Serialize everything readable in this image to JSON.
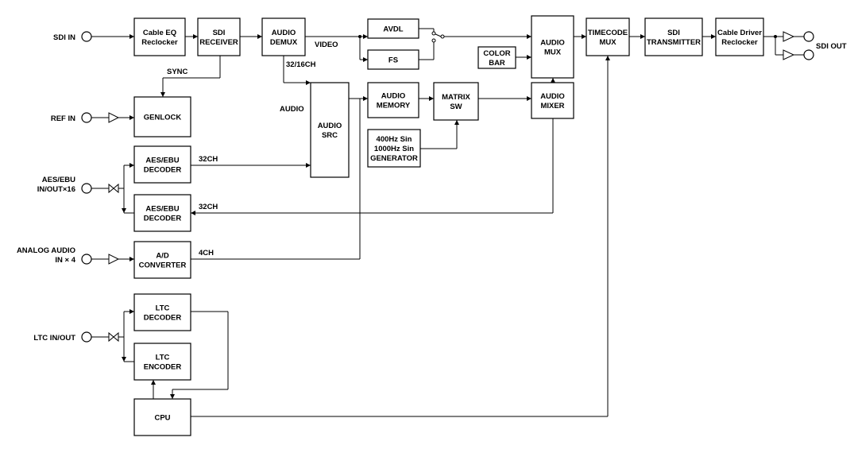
{
  "blocks": {
    "cable_eq": [
      "Cable EQ",
      "Reclocker"
    ],
    "sdi_receiver": [
      "SDI",
      "RECEIVER"
    ],
    "audio_demux": [
      "AUDIO",
      "DEMUX"
    ],
    "avdl": [
      "AVDL"
    ],
    "fs": [
      "FS"
    ],
    "audio_mux": [
      "AUDIO",
      "MUX"
    ],
    "color_bar": [
      "COLOR",
      "BAR"
    ],
    "timecode_mux": [
      "TIMECODE",
      "MUX"
    ],
    "sdi_transmitter": [
      "SDI",
      "TRANSMITTER"
    ],
    "cable_driver": [
      "Cable Driver",
      "Reclocker"
    ],
    "genlock": [
      "GENLOCK"
    ],
    "audio_src": [
      "AUDIO",
      "SRC"
    ],
    "audio_memory": [
      "AUDIO",
      "MEMORY"
    ],
    "matrix_sw": [
      "MATRIX",
      "SW"
    ],
    "audio_mixer": [
      "AUDIO",
      "MIXER"
    ],
    "generator": [
      "400Hz Sin",
      "1000Hz Sin",
      "GENERATOR"
    ],
    "aes_decoder_1": [
      "AES/EBU",
      "DECODER"
    ],
    "aes_decoder_2": [
      "AES/EBU",
      "DECODER"
    ],
    "ad_converter": [
      "A/D",
      "CONVERTER"
    ],
    "ltc_decoder": [
      "LTC",
      "DECODER"
    ],
    "ltc_encoder": [
      "LTC",
      "ENCODER"
    ],
    "cpu": [
      "CPU"
    ]
  },
  "ports": {
    "sdi_in": [
      "SDI IN"
    ],
    "ref_in": [
      "REF IN"
    ],
    "aes_io": [
      "AES/EBU",
      "IN/OUT×16"
    ],
    "analog_in": [
      "ANALOG AUDIO",
      "IN × 4"
    ],
    "ltc_io": [
      "LTC IN/OUT"
    ],
    "sdi_out": [
      "SDI OUT"
    ]
  },
  "signals": {
    "video": "VIDEO",
    "ch_32_16": "32/16CH",
    "sync": "SYNC",
    "audio": "AUDIO",
    "ch32_a": "32CH",
    "ch32_b": "32CH",
    "ch4": "4CH"
  }
}
